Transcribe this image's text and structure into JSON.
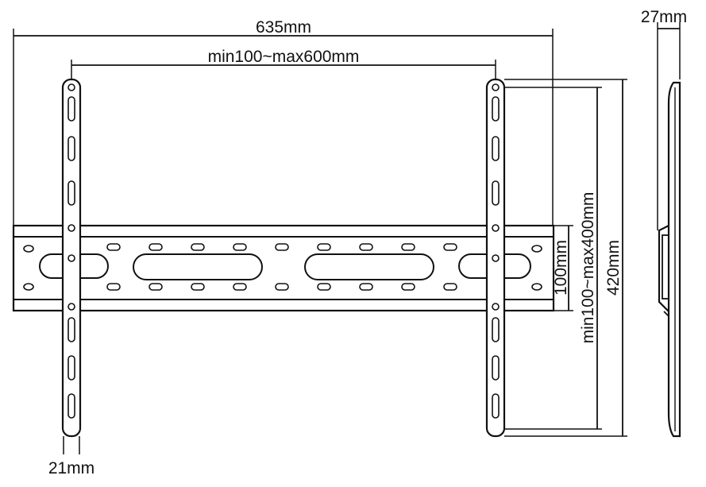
{
  "dimensions": {
    "overall_width": "635mm",
    "vesa_horizontal": "min100~max600mm",
    "depth": "27mm",
    "bracket_height": "100mm",
    "vesa_vertical": "min100~max400mm",
    "arm_height": "420mm",
    "arm_width": "21mm"
  },
  "colors": {
    "line": "#111111",
    "fill": "#ffffff"
  }
}
